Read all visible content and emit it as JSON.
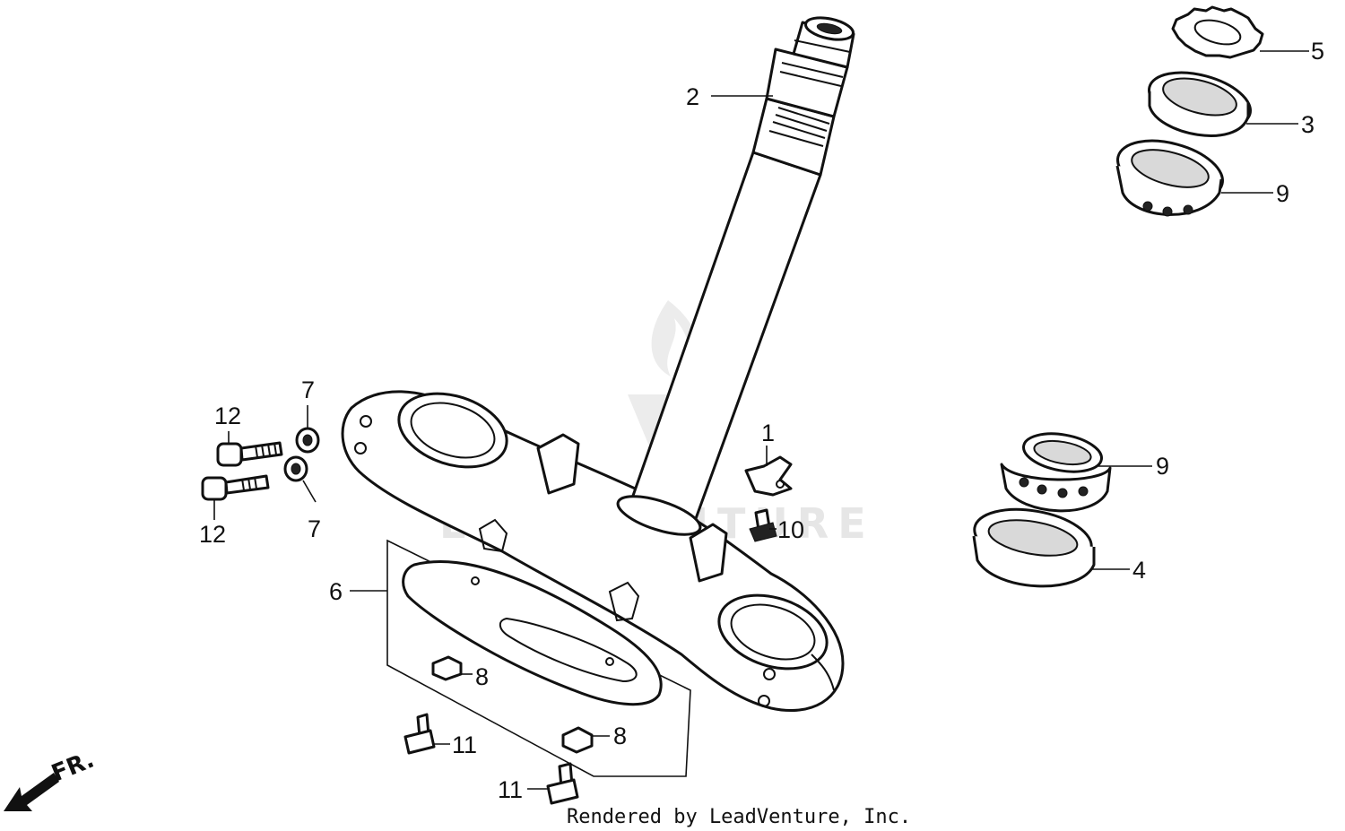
{
  "callouts": {
    "c1": "1",
    "c2": "2",
    "c3": "3",
    "c4": "4",
    "c5": "5",
    "c6": "6",
    "c7a": "7",
    "c7b": "7",
    "c8a": "8",
    "c8b": "8",
    "c9a": "9",
    "c9b": "9",
    "c10": "10",
    "c11a": "11",
    "c11b": "11",
    "c12a": "12",
    "c12b": "12"
  },
  "direction_label": "FR.",
  "watermark": "LEADVENTURE",
  "credit": "Rendered by LeadVenture, Inc."
}
